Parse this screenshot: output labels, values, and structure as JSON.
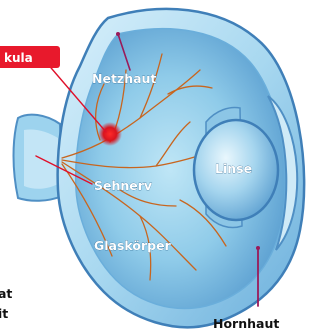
{
  "labels": {
    "macula": "kula",
    "retina": "Netzhaut",
    "optic_nerve": "Sehnerv",
    "lens": "Linse",
    "vitreous": "Glaskörper",
    "cornea": "Hornhaut",
    "cut_text_1": "at",
    "cut_text_2": "it"
  },
  "colors": {
    "macula_badge": "#e8192c",
    "leader_red": "#e0102a",
    "leader_purple": "#9a1a5a",
    "vessels": "#c8651e",
    "macula_spot": "#d8141e"
  }
}
